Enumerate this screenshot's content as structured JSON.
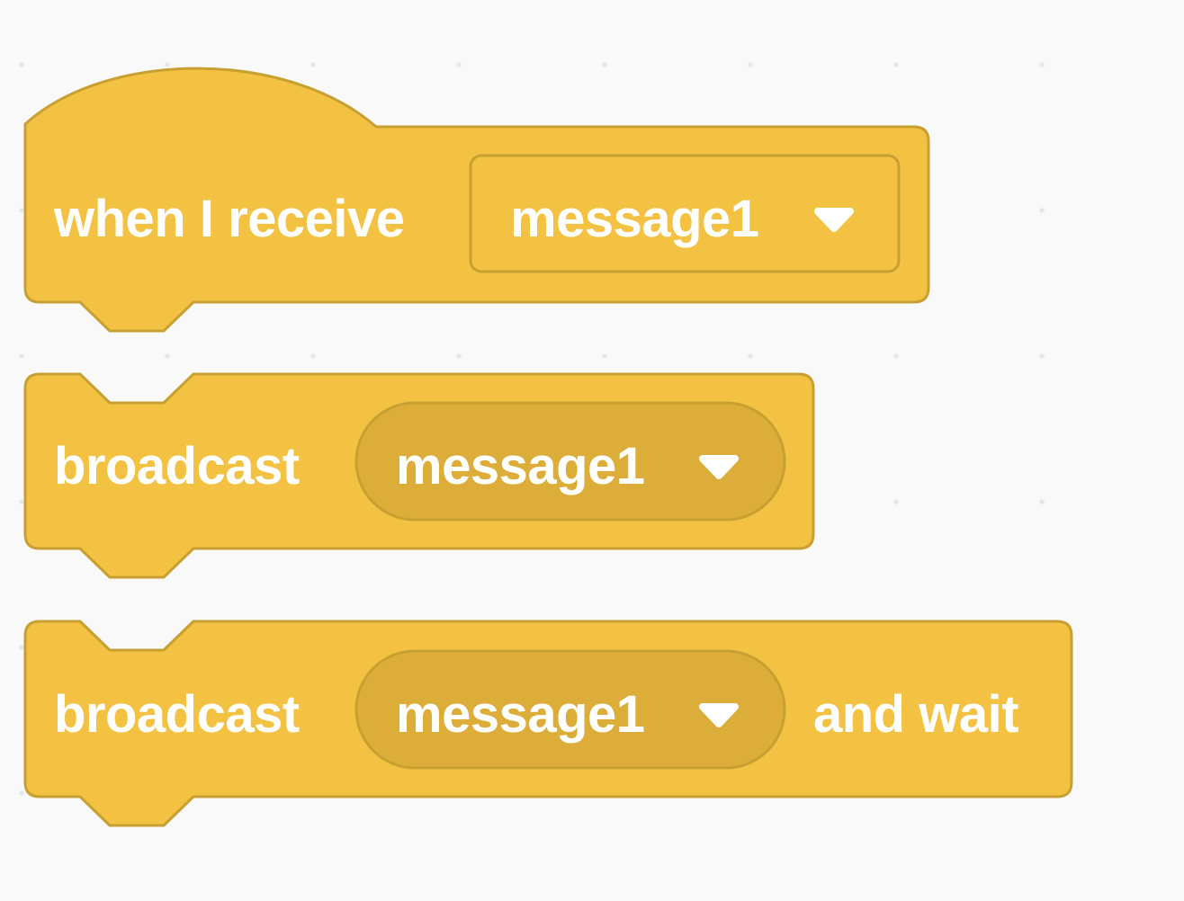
{
  "blocks": {
    "when_receive": {
      "label": "when I receive",
      "message": "message1"
    },
    "broadcast": {
      "label": "broadcast",
      "message": "message1"
    },
    "broadcast_wait": {
      "label": "broadcast",
      "message": "message1",
      "suffix": "and wait"
    }
  },
  "colors": {
    "block_fill": "#f4c242",
    "block_stroke": "#c8a032",
    "menu_fill": "#dcae39",
    "canvas": "#f9f9f9"
  },
  "icons": {
    "dropdown": "chevron-down-icon"
  }
}
